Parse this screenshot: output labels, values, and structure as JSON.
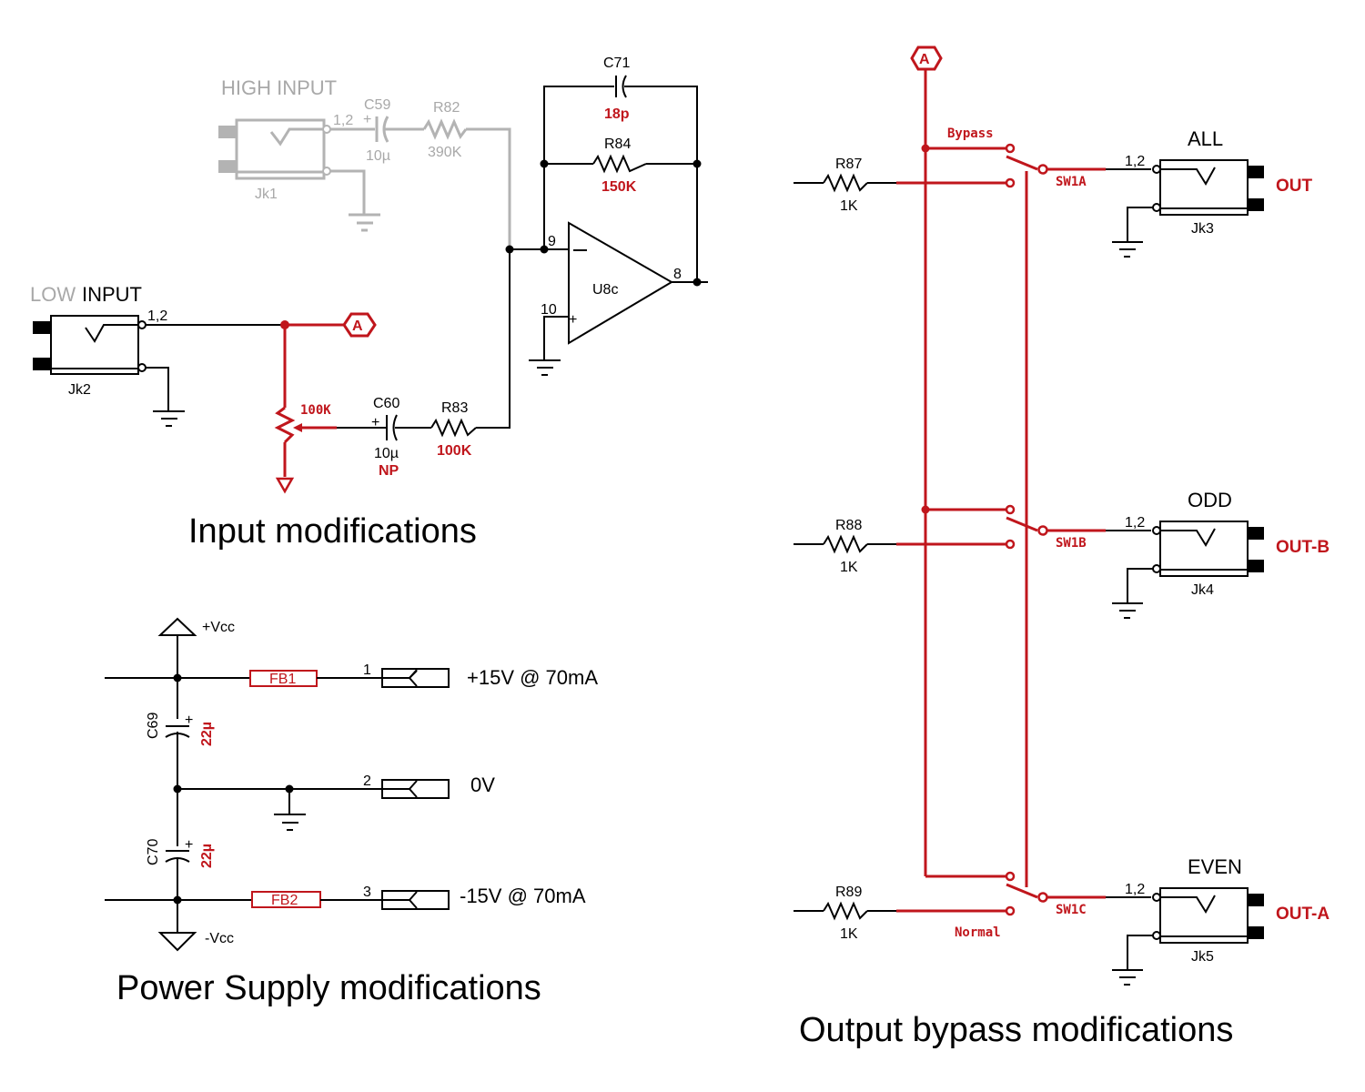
{
  "sections": {
    "input_title": "Input modifications",
    "power_title": "Power Supply modifications",
    "output_title": "Output bypass modifications"
  },
  "input": {
    "high_input_label": "HIGH INPUT",
    "low_label_low": "LOW",
    "low_label_input": "INPUT",
    "jk1": {
      "ref": "Jk1",
      "pins": "1,2"
    },
    "jk2": {
      "ref": "Jk2",
      "pins": "1,2"
    },
    "c59": {
      "ref": "C59",
      "value": "10µ",
      "polarity": "+"
    },
    "r82": {
      "ref": "R82",
      "value": "390K"
    },
    "c71": {
      "ref": "C71",
      "value": "18p"
    },
    "r84": {
      "ref": "R84",
      "value": "150K"
    },
    "u8c": {
      "ref": "U8c",
      "pin_inv": "9",
      "pin_noninv": "10",
      "pin_out": "8",
      "minus": "−",
      "plus": "+"
    },
    "pot": {
      "value": "100K"
    },
    "c60": {
      "ref": "C60",
      "value": "10µ",
      "note": "NP",
      "polarity": "+"
    },
    "r83": {
      "ref": "R83",
      "value": "100K"
    },
    "net_tag": "A"
  },
  "power": {
    "vcc_pos": "+Vcc",
    "vcc_neg": "-Vcc",
    "fb1": "FB1",
    "fb2": "FB2",
    "c69": {
      "ref": "C69",
      "value": "22µ"
    },
    "c70": {
      "ref": "C70",
      "value": "22µ"
    },
    "connector_pins": [
      {
        "pin": "1",
        "label": "+15V @ 70mA"
      },
      {
        "pin": "2",
        "label": "0V"
      },
      {
        "pin": "3",
        "label": "-15V @ 70mA"
      }
    ]
  },
  "output": {
    "net_tag": "A",
    "bypass_label": "Bypass",
    "normal_label": "Normal",
    "channels": [
      {
        "res_ref": "R87",
        "res_value": "1K",
        "switch": "SW1A",
        "pins": "1,2",
        "name": "ALL",
        "jack": "Jk3",
        "out": "OUT"
      },
      {
        "res_ref": "R88",
        "res_value": "1K",
        "switch": "SW1B",
        "pins": "1,2",
        "name": "ODD",
        "jack": "Jk4",
        "out": "OUT-B"
      },
      {
        "res_ref": "R89",
        "res_value": "1K",
        "switch": "SW1C",
        "pins": "1,2",
        "name": "EVEN",
        "jack": "Jk5",
        "out": "OUT-A"
      }
    ]
  },
  "colors": {
    "modification": "#c0161c",
    "unused": "#b3b3b3",
    "wire": "#000000"
  }
}
